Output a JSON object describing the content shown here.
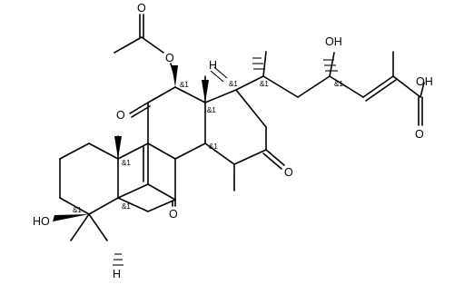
{
  "molecule": {
    "atom_labels": {
      "acetyl_O_top": "O",
      "ester_O": "O",
      "ketone_O11": "O",
      "ketone_O7": "O",
      "ketone_O15": "O",
      "hydroxyl_C3": "HO",
      "hydroxyl_C23": "OH",
      "acid_OH": "OH",
      "acid_O": "O",
      "H_C17": "H",
      "H_C5": "H"
    },
    "stereo_labels": {
      "c12": "&1",
      "c13": "&1",
      "c14": "&1",
      "c17": "&1",
      "c20": "&1",
      "c23": "&1",
      "c10": "&1",
      "c5": "&1",
      "c3": "&1"
    }
  }
}
